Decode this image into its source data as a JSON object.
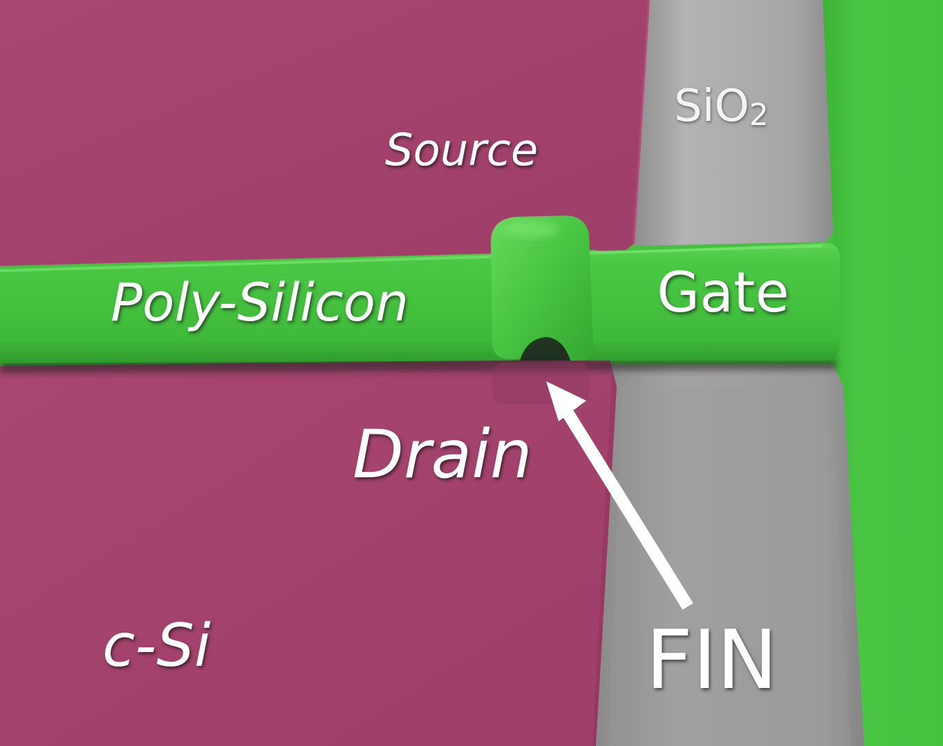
{
  "labels": {
    "sio2_main": "SiO",
    "sio2_sub": "2",
    "source": "Source",
    "poly_silicon": "Poly-Silicon",
    "gate": "Gate",
    "drain": "Drain",
    "c_si": "c-Si",
    "fin": "FIN"
  },
  "colors": {
    "c_si_region": "#a5436e",
    "c_si_edge": "#8a3359",
    "oxide_region": "#9a9a9a",
    "oxide_highlight": "#b8b8b8",
    "poly_silicon_gate": "#46c341",
    "poly_highlight": "#7ee576",
    "arrow": "#ffffff",
    "text": "#ffffff"
  },
  "icons": {
    "pointer": "arrow-icon"
  }
}
